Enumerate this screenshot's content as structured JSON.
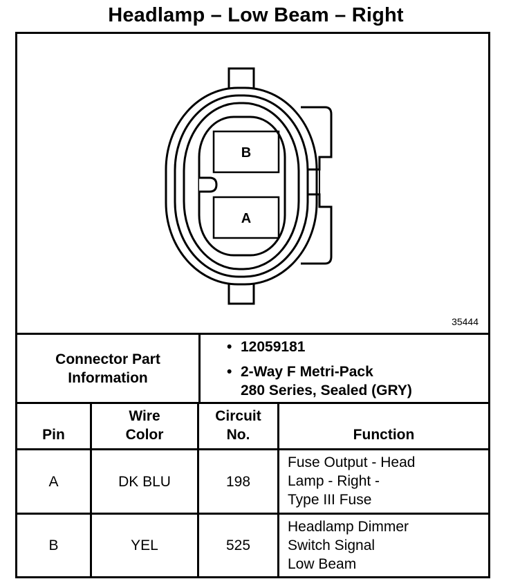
{
  "title": "Headlamp – Low Beam – Right",
  "diagram": {
    "reference_number": "35444",
    "cavity_labels": [
      "B",
      "A"
    ]
  },
  "connector": {
    "label_lines": [
      "Connector Part",
      "Information"
    ],
    "bullet": "•",
    "part_number": "12059181",
    "description_lines": [
      "2-Way F Metri-Pack",
      "280 Series, Sealed (GRY)"
    ]
  },
  "table": {
    "headers": {
      "pin": [
        "Pin"
      ],
      "wire_color": [
        "Wire",
        "Color"
      ],
      "circuit": [
        "Circuit",
        "No."
      ],
      "function": [
        "Function"
      ]
    },
    "rows": [
      {
        "pin": "A",
        "wire_color": "DK BLU",
        "circuit": "198",
        "function": [
          "Fuse Output - Head",
          "Lamp - Right -",
          "Type III Fuse"
        ]
      },
      {
        "pin": "B",
        "wire_color": "YEL",
        "circuit": "525",
        "function": [
          "Headlamp Dimmer",
          "Switch Signal",
          "Low Beam"
        ]
      }
    ]
  }
}
